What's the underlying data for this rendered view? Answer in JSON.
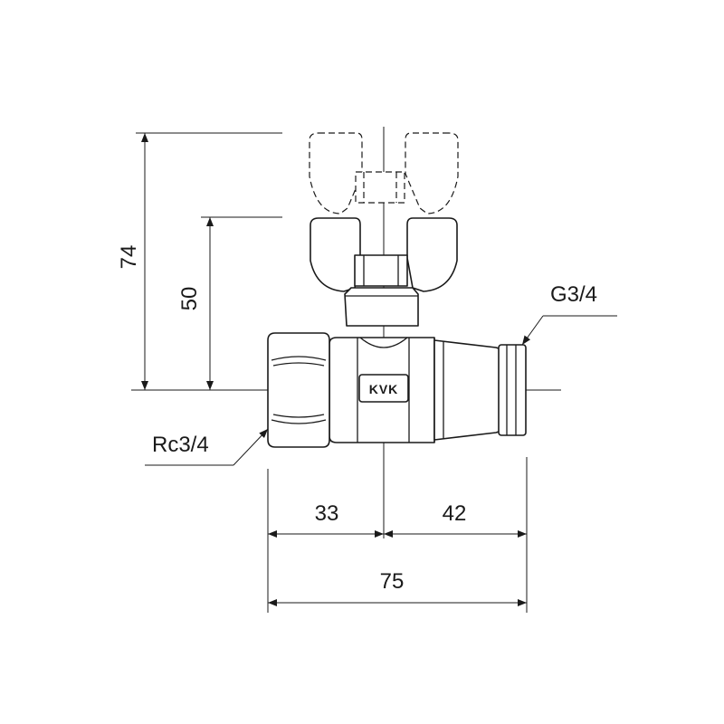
{
  "dimensions": {
    "total_height": "74",
    "body_height": "50",
    "inlet_length": "33",
    "outlet_length": "42",
    "overall_length": "75"
  },
  "threads": {
    "inlet": "Rc3/4",
    "outlet": "G3/4"
  },
  "brand": "KVK"
}
